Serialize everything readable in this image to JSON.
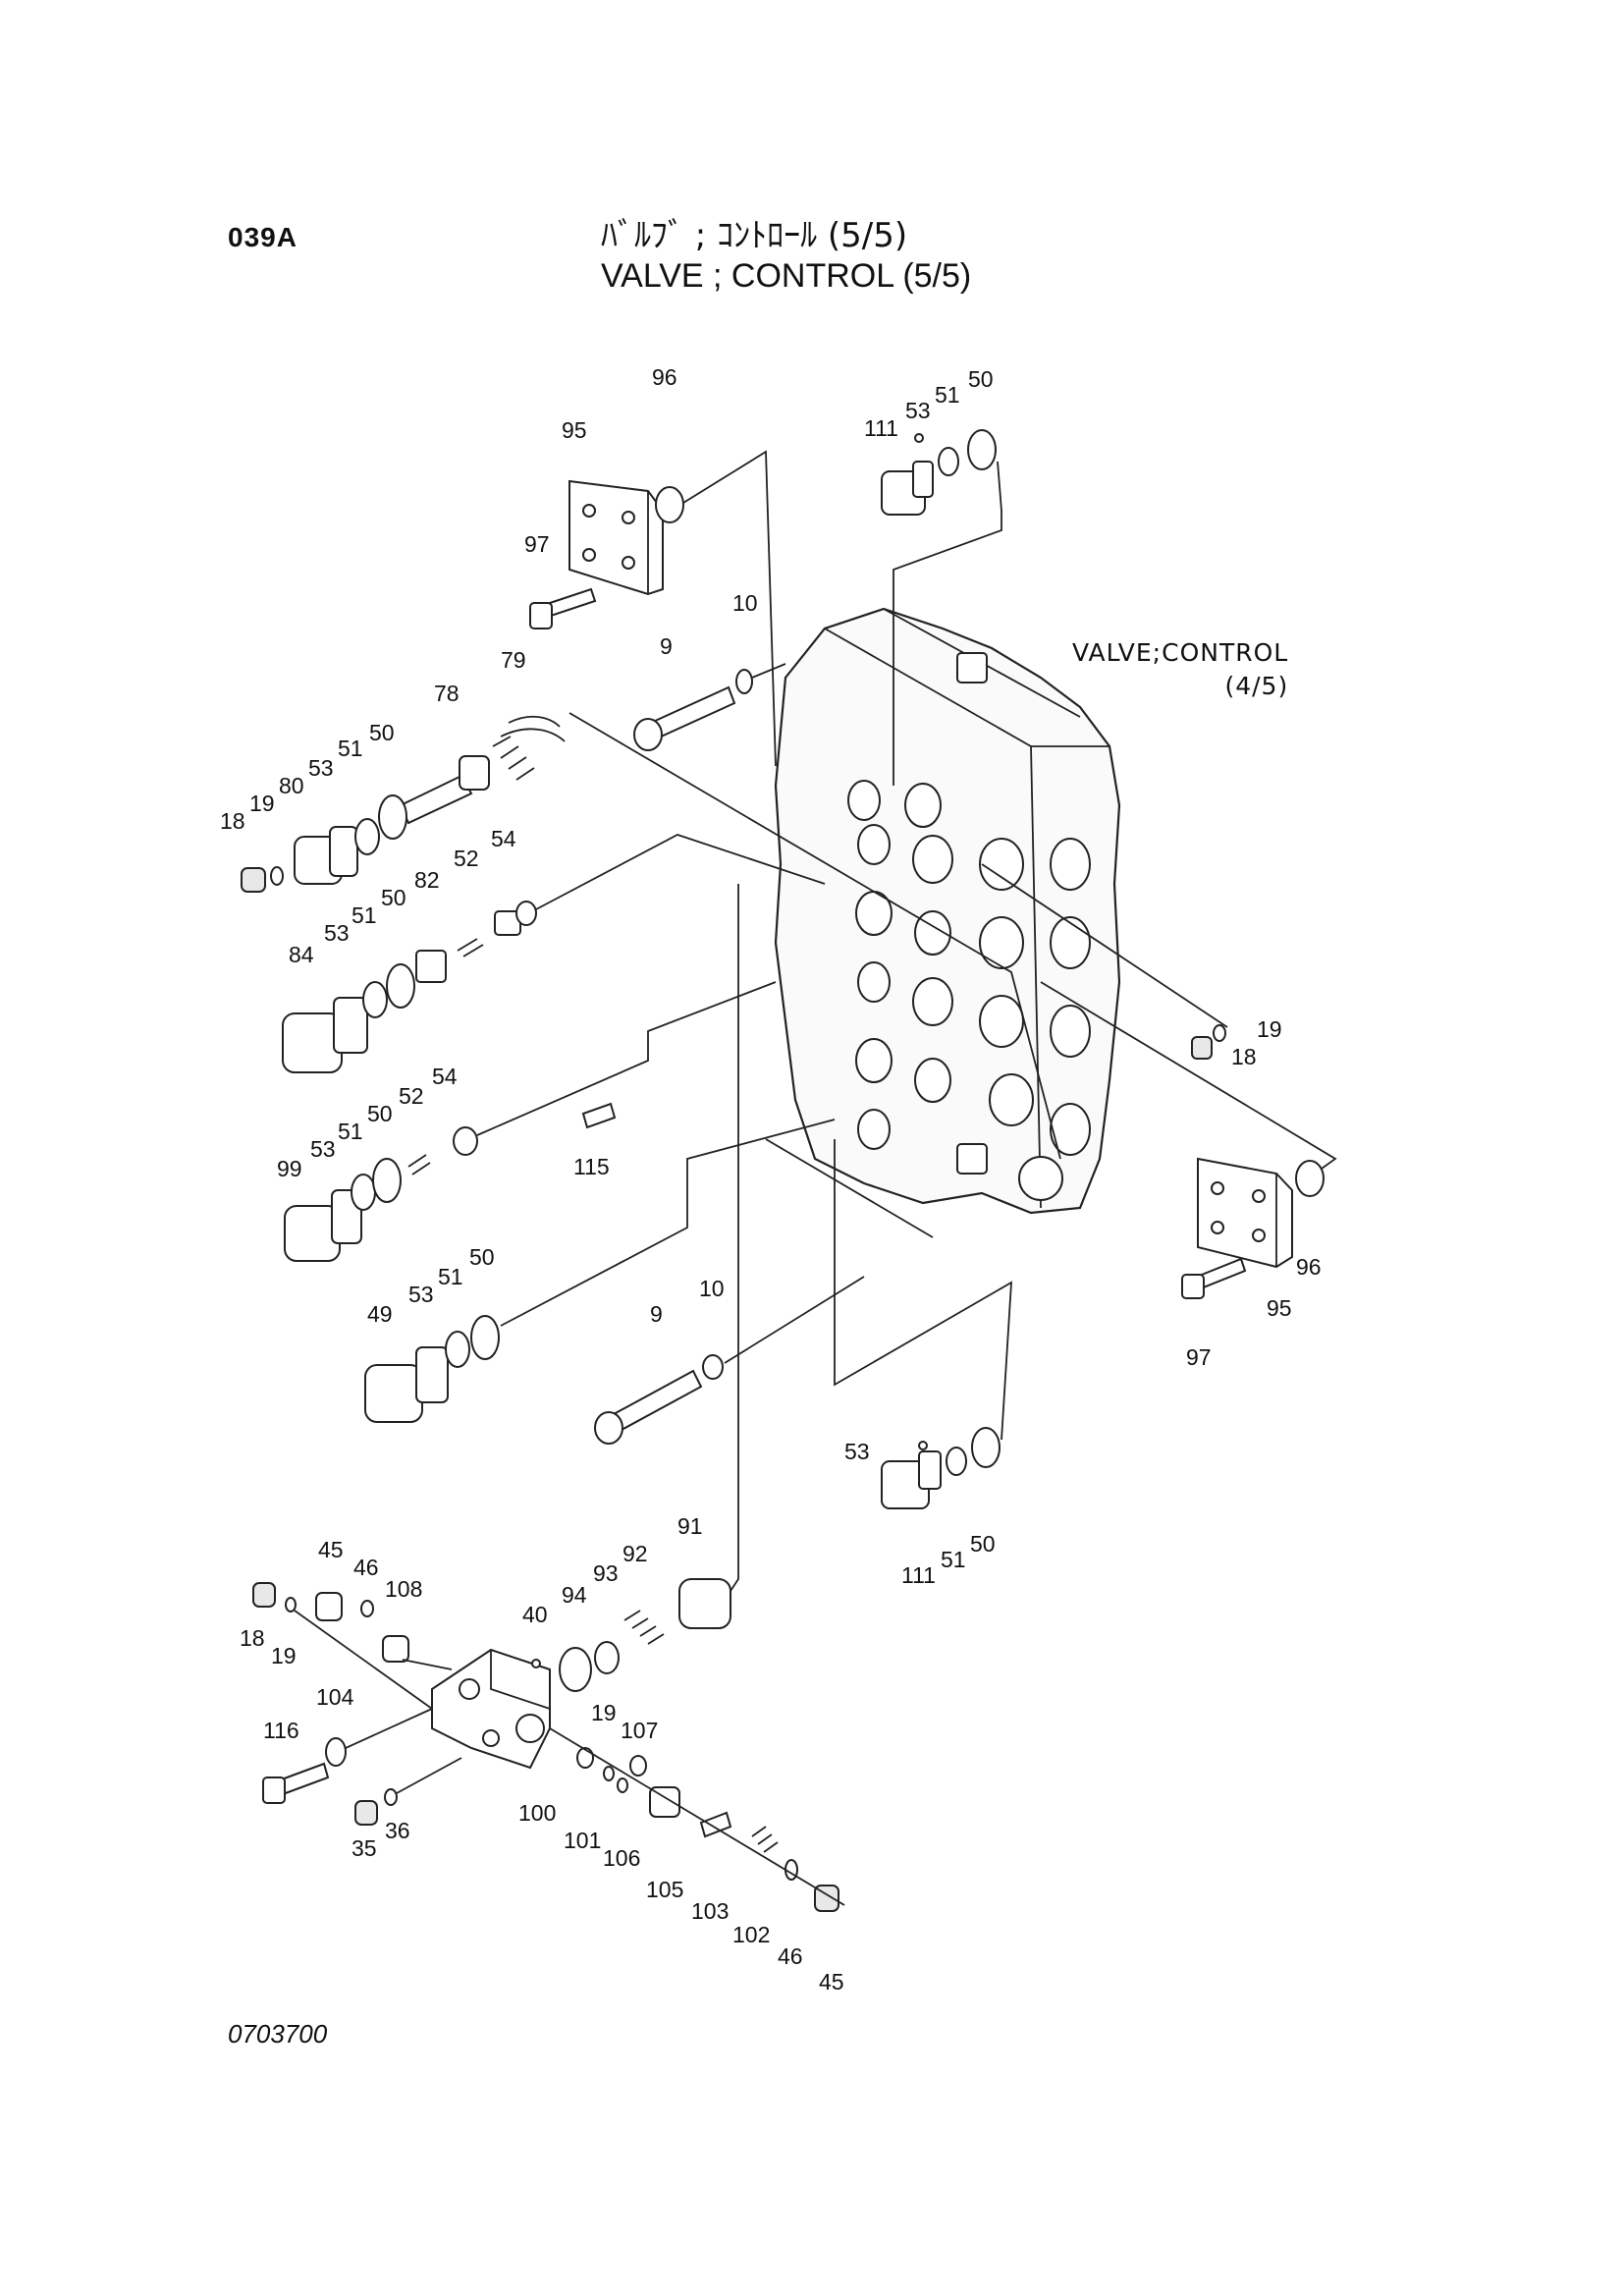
{
  "header": {
    "page_code": "039A",
    "title_jp": "ﾊﾞﾙﾌﾞ ; ｺﾝﾄﾛｰﾙ (5/5)",
    "title_en": "VALVE ; CONTROL (5/5)"
  },
  "reference": {
    "label": "VALVE;CONTROL",
    "sub": "(4/5)"
  },
  "footer": {
    "drawing_code": "0703700"
  },
  "callouts": {
    "c96a": "96",
    "c95a": "95",
    "c97a": "97",
    "c111a": "111",
    "c53a": "53",
    "c51a": "51",
    "c50a": "50",
    "c10a": "10",
    "c9a": "9",
    "c79": "79",
    "c78": "78",
    "c50b": "50",
    "c51b": "51",
    "c53b": "53",
    "c80": "80",
    "c19a": "19",
    "c18a": "18",
    "c54a": "54",
    "c52a": "52",
    "c82": "82",
    "c50c": "50",
    "c51c": "51",
    "c53c": "53",
    "c84": "84",
    "c19b": "19",
    "c18b": "18",
    "c54b": "54",
    "c52b": "52",
    "c50d": "50",
    "c51d": "51",
    "c53d": "53",
    "c99": "99",
    "c115": "115",
    "c96b": "96",
    "c95b": "95",
    "c97b": "97",
    "c50e": "50",
    "c51e": "51",
    "c53e": "53",
    "c49": "49",
    "c10b": "10",
    "c9b": "9",
    "c53f": "53",
    "c111b": "111",
    "c51f": "51",
    "c50f": "50",
    "c45a": "45",
    "c46a": "46",
    "c108": "108",
    "c18c": "18",
    "c19c": "19",
    "c40": "40",
    "c94": "94",
    "c93": "93",
    "c92": "92",
    "c91": "91",
    "c104": "104",
    "c116": "116",
    "c35": "35",
    "c36": "36",
    "c100": "100",
    "c19d": "19",
    "c107": "107",
    "c101": "101",
    "c106": "106",
    "c105": "105",
    "c103": "103",
    "c102": "102",
    "c46b": "46",
    "c45b": "45"
  },
  "icons": [
    "exploded-parts-diagram",
    "control-valve-body-icon",
    "o-ring-icon",
    "plug-icon",
    "spring-icon",
    "bolt-icon",
    "flange-cover-icon"
  ]
}
